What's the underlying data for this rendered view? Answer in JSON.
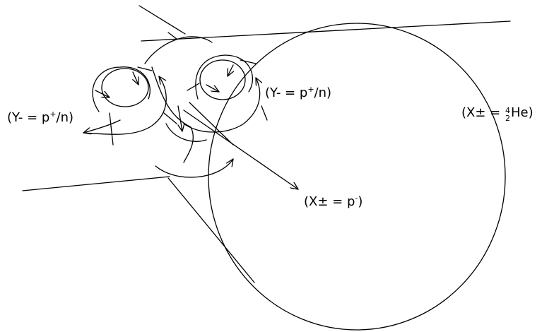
{
  "labels": {
    "left_y": {
      "prefix": "(Y- = p",
      "sup": "+",
      "suffix": "/n)"
    },
    "right_y": {
      "prefix": "(Y- = p",
      "sup": "+",
      "suffix": "/n)"
    },
    "x_pminus": {
      "prefix": "(X± = p",
      "sup": "-",
      "suffix": ")"
    },
    "x_he": {
      "prefix": "(X± = ",
      "frac_top": "4",
      "frac_bottom": "2",
      "suffix": "He)"
    }
  },
  "colors": {
    "ink": "#000000",
    "background": "#ffffff"
  }
}
